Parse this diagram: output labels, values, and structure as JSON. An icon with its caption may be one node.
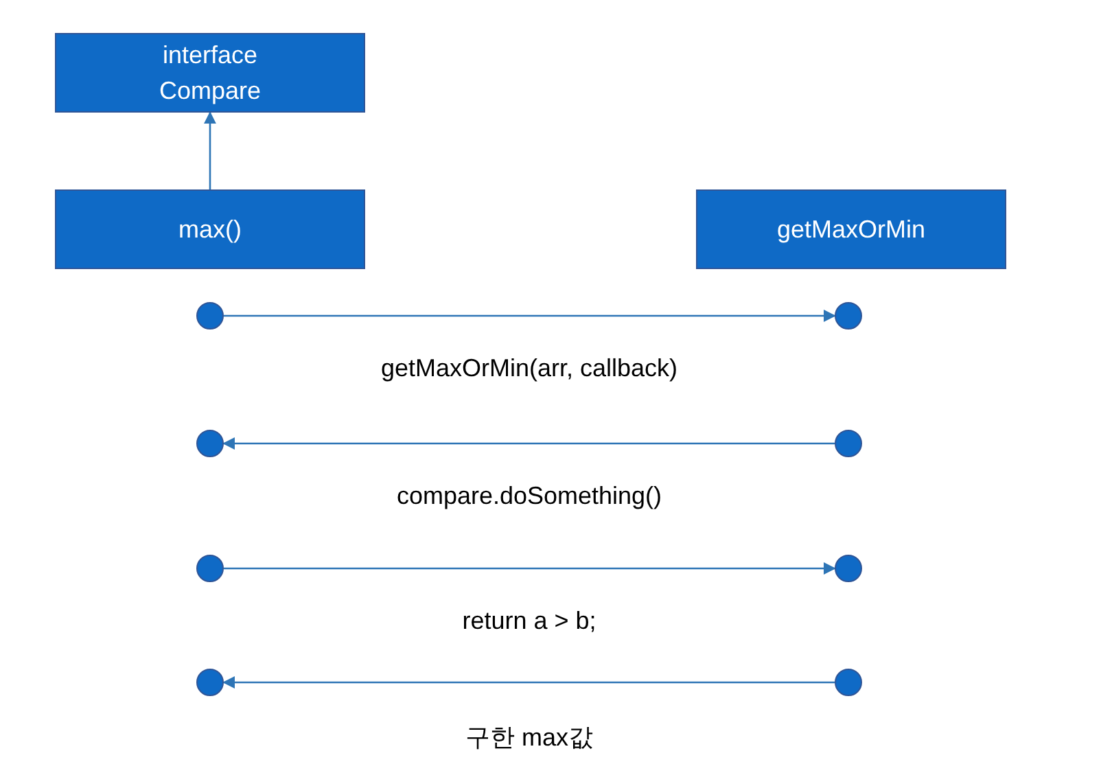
{
  "diagram": {
    "nodes": [
      {
        "text": [
          "interface",
          "Compare"
        ]
      },
      {
        "text": [
          "max()"
        ]
      },
      {
        "text": [
          "getMaxOrMin"
        ]
      },
      {
        "text": [],
        "shape": "circle"
      },
      {
        "text": [],
        "shape": "circle"
      },
      {
        "text": [],
        "shape": "circle"
      },
      {
        "text": [],
        "shape": "circle"
      },
      {
        "text": [],
        "shape": "circle"
      },
      {
        "text": [],
        "shape": "circle"
      },
      {
        "text": [],
        "shape": "circle"
      },
      {
        "text": [],
        "shape": "circle"
      }
    ],
    "edges": [
      {
        "from": 1,
        "to": 0,
        "arrow": "to"
      },
      {
        "from": 3,
        "to": 4,
        "arrow": "to",
        "label": "getMaxOrMin(arr, callback)"
      },
      {
        "from": 6,
        "to": 5,
        "arrow": "to",
        "label": "compare.doSomething()"
      },
      {
        "from": 7,
        "to": 8,
        "arrow": "to",
        "label": "return a > b;"
      },
      {
        "from": 10,
        "to": 9,
        "arrow": "to",
        "label": "구한 max값"
      }
    ]
  }
}
